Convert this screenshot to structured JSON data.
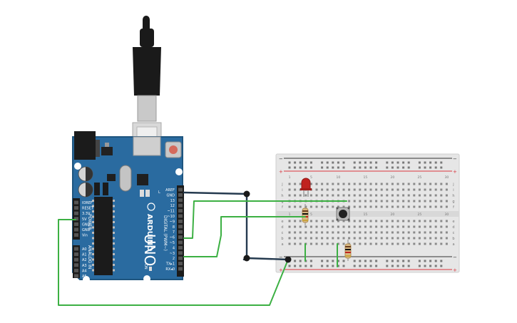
{
  "arduino": {
    "logo": "ARDUINO",
    "model": "UNO",
    "digital_header_label": "DIGITAL (PWM~)",
    "analog_header_label": "ANALOG IN",
    "power_header_label": "POWER",
    "tx_label": "TX",
    "rx_label": "RX",
    "on_label": "ON",
    "l_label": "L",
    "digital_pins": [
      "AREF",
      "GND",
      "13",
      "12",
      "~11",
      "~10",
      "~9",
      "8",
      "7",
      "~6",
      "~5",
      "4",
      "~3",
      "2",
      "TX▸1",
      "RX◂0"
    ],
    "power_pins": [
      "IOREF",
      "RESET",
      "3.3V",
      "5V",
      "GND",
      "GND",
      "Vin"
    ],
    "analog_pins": [
      "A0",
      "A1",
      "A2",
      "A3",
      "A4",
      "A5"
    ]
  },
  "breadboard": {
    "column_numbers": [
      "1",
      "",
      "",
      "",
      "5",
      "",
      "",
      "",
      "",
      "10",
      "",
      "",
      "",
      "",
      "15",
      "",
      "",
      "",
      "",
      "20",
      "",
      "",
      "",
      "",
      "25",
      "",
      "",
      "",
      "",
      "30"
    ],
    "row_letters_top": [
      "j",
      "i",
      "h",
      "g",
      "f"
    ],
    "row_letters_bottom": [
      "e",
      "d",
      "c",
      "b",
      "a"
    ],
    "rail_plus": "+",
    "rail_minus": "−"
  },
  "colors": {
    "board": "#2a6ba0",
    "board_edge": "#1e557f",
    "wire_green": "#3cb043",
    "wire_dark": "#253a4f",
    "breadboard": "#e6e6e6",
    "rail_red": "#d9363e",
    "rail_dark": "#333333",
    "led_red": "#c0221f",
    "usb": "#1a1a1a"
  }
}
